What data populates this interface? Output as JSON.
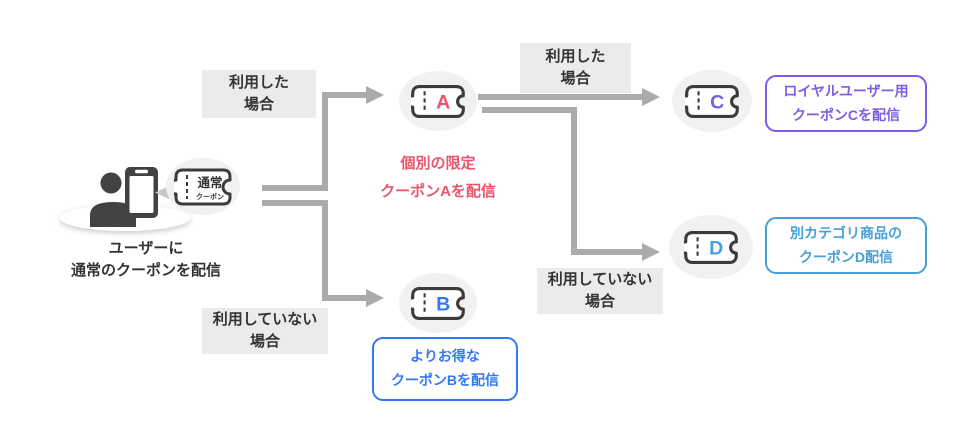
{
  "diagram": {
    "source": {
      "ticket_label_top": "通常",
      "ticket_label_bottom": "クーポン",
      "caption": {
        "line1": "ユーザーに",
        "line2": "通常のクーポンを配信"
      }
    },
    "labels": {
      "used_left": {
        "line1": "利用した",
        "line2": "場合"
      },
      "not_used_left": {
        "line1": "利用していない",
        "line2": "場合"
      },
      "used_right": {
        "line1": "利用した",
        "line2": "場合"
      },
      "not_used_right": {
        "line1": "利用していない",
        "line2": "場合"
      }
    },
    "coupon_a": {
      "letter": "A",
      "caption": {
        "line1": "個別の限定",
        "line2": "クーポンAを配信"
      }
    },
    "coupon_b": {
      "letter": "B",
      "note": {
        "line1": "よりお得な",
        "line2": "クーポンBを配信"
      }
    },
    "coupon_c": {
      "letter": "C",
      "note": {
        "line1": "ロイヤルユーザー用",
        "line2": "クーポンCを配信"
      }
    },
    "coupon_d": {
      "letter": "D",
      "note": {
        "line1": "別カテゴリ商品の",
        "line2": "クーポンD配信"
      }
    }
  },
  "colors": {
    "connector": "#ababab",
    "label_background": "#ebebeb",
    "text_dark": "#333333",
    "coupon_a": "#e9556b",
    "coupon_b": "#3478f6",
    "coupon_c": "#7d5ce8",
    "coupon_d": "#45a0d9",
    "ticket_outline": "#3b3b3b"
  }
}
